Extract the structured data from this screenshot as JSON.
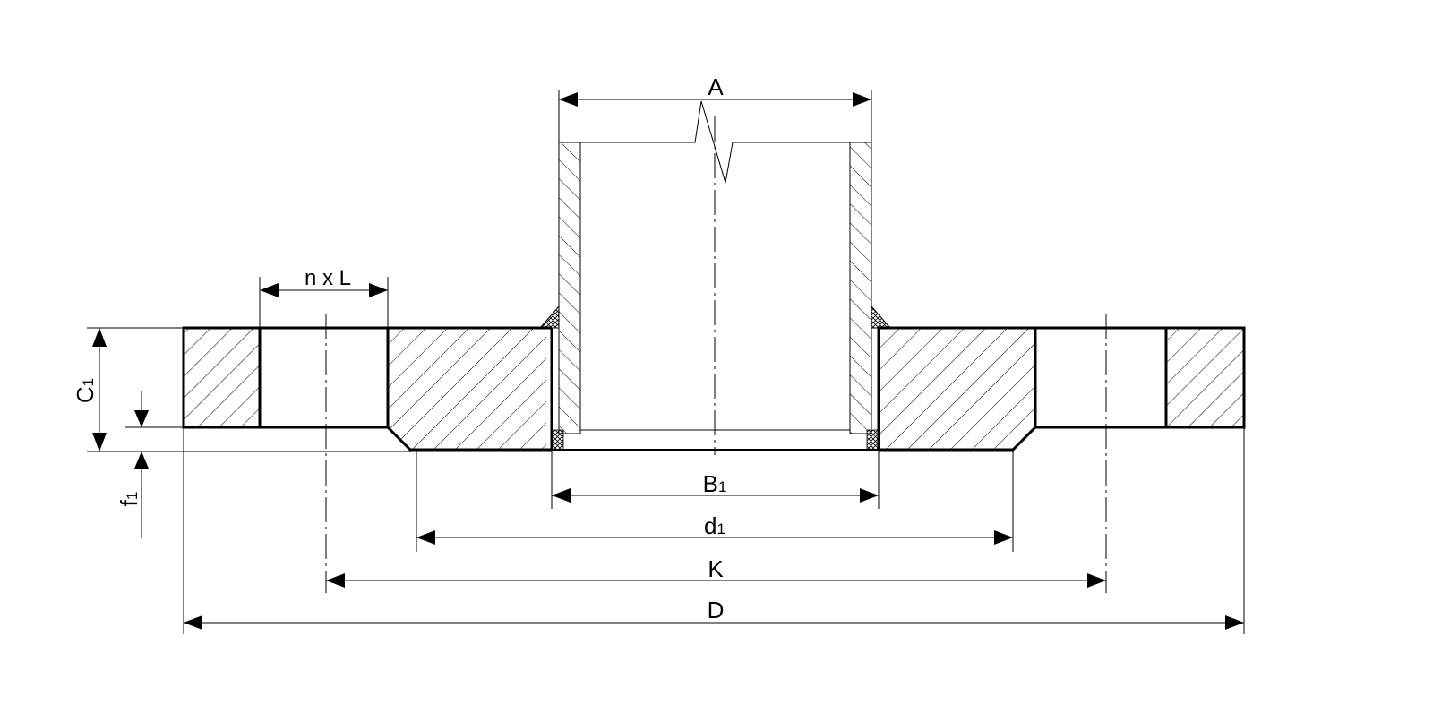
{
  "diagram": {
    "labels": {
      "a": "A",
      "n_x_l": "n x L",
      "c1": {
        "main": "C",
        "sub": "1"
      },
      "f1": {
        "main": "f",
        "sub": "1"
      },
      "b1": {
        "main": "B",
        "sub": "1"
      },
      "d1": {
        "main": "d",
        "sub": "1"
      },
      "k": "K",
      "d": "D"
    },
    "colors": {
      "line": "#000000",
      "background": "#ffffff"
    }
  }
}
